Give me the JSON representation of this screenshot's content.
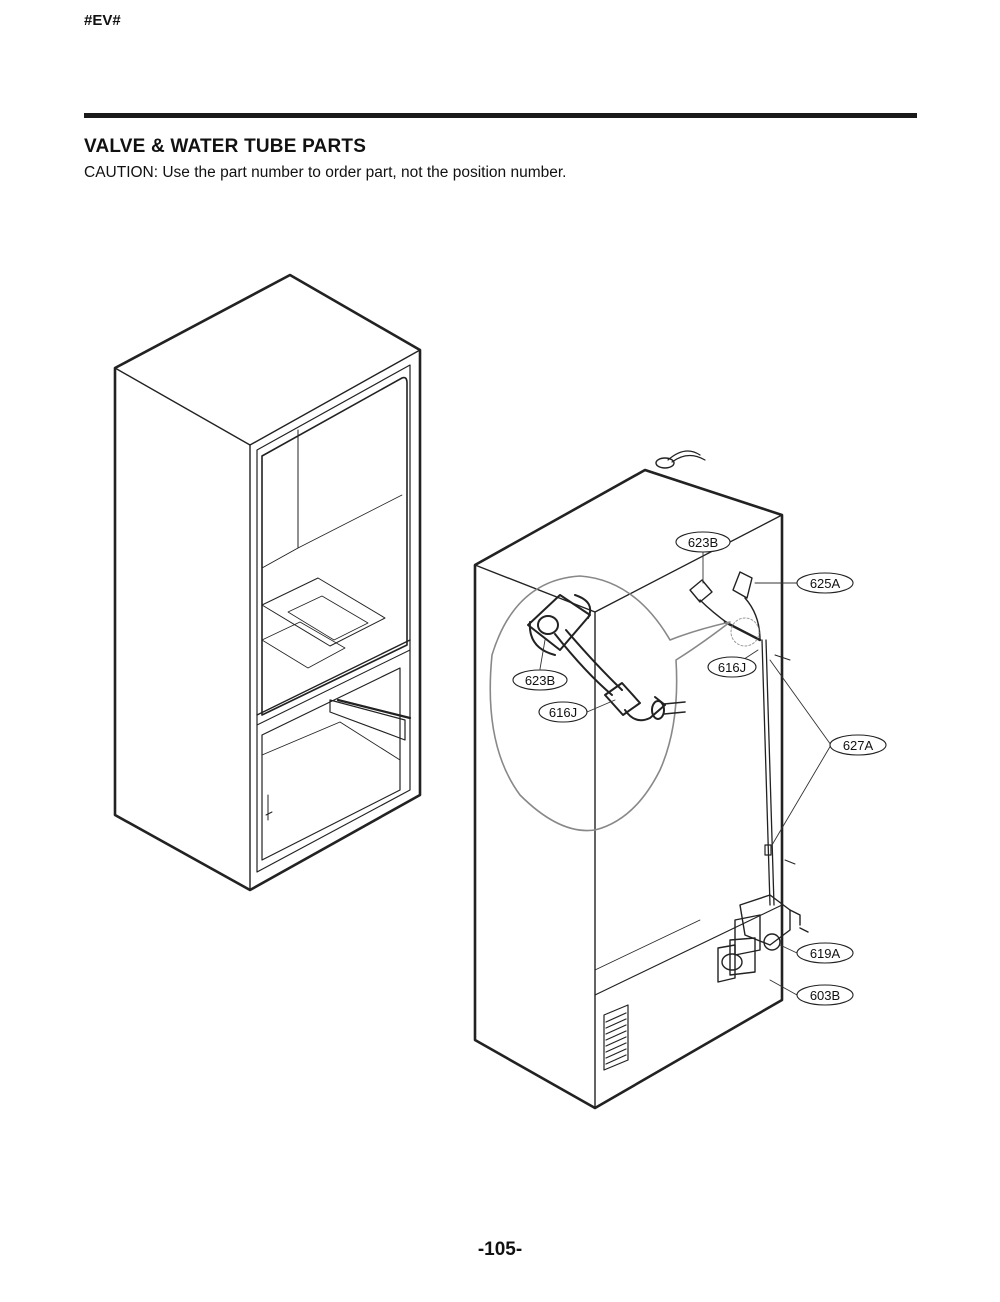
{
  "header": {
    "model_code": "#EV#"
  },
  "section": {
    "title": "VALVE & WATER TUBE PARTS",
    "caution": "CAUTION: Use the part number to order part, not the position number."
  },
  "callouts": [
    {
      "id": "623B-main",
      "label": "623B"
    },
    {
      "id": "625A",
      "label": "625A"
    },
    {
      "id": "616J-main",
      "label": "616J"
    },
    {
      "id": "627A",
      "label": "627A"
    },
    {
      "id": "623B-detail",
      "label": "623B"
    },
    {
      "id": "616J-detail",
      "label": "616J"
    },
    {
      "id": "619A",
      "label": "619A"
    },
    {
      "id": "603B",
      "label": "603B"
    }
  ],
  "footer": {
    "page_number": "-105-"
  }
}
